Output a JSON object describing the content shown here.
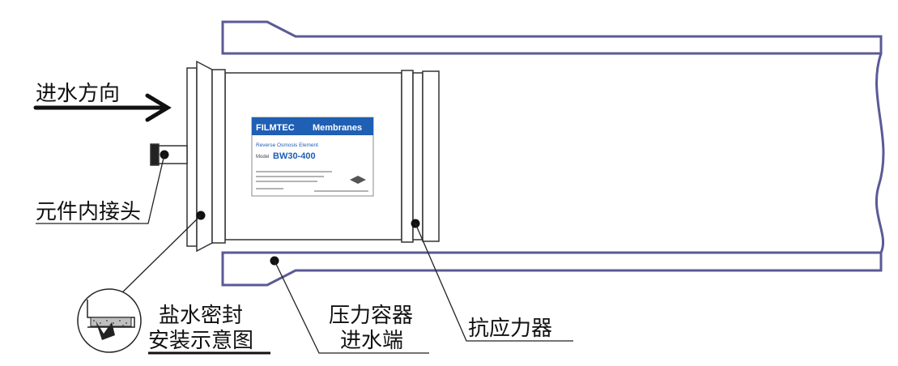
{
  "labels": {
    "water_direction": "进水方向",
    "inner_connector": "元件内接头",
    "brine_seal_line1": "盐水密封",
    "brine_seal_line2": "安装示意图",
    "pressure_vessel_line1": "压力容器",
    "pressure_vessel_line2": "进水端",
    "thrust_ring": "抗应力器"
  },
  "nameplate": {
    "brand": "FILMTEC",
    "brand_suffix": "Membranes",
    "subtitle": "Reverse Osmosis Element",
    "model_prefix": "Model",
    "model": "BW30-400"
  },
  "colors": {
    "vessel_outline": "#5a5a96",
    "element_outline": "#333333",
    "label_blue": "#1f5fb4",
    "text": "#111111"
  }
}
